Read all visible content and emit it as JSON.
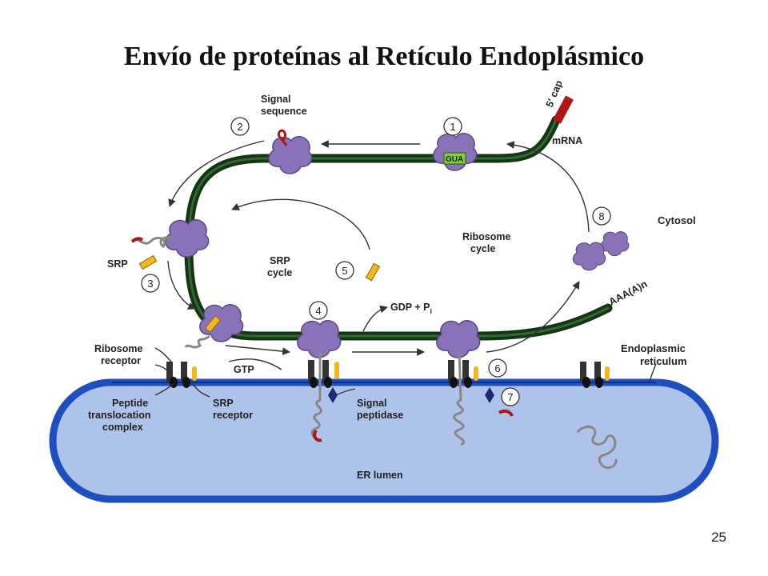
{
  "title": "Envío de proteínas al Retículo Endoplásmico",
  "page_number": "25",
  "labels": {
    "signal_line1": "Signal",
    "signal_line2": "sequence",
    "cap": "5′ cap",
    "mrna": "mRNA",
    "codon": "GUA",
    "cytosol": "Cytosol",
    "ribosome_line1": "Ribosome",
    "ribosome_line2": "cycle",
    "srp": "SRP",
    "srp_line1": "SRP",
    "srp_line2": "cycle",
    "gdp": "GDP + P",
    "gdp_sub": "i",
    "poly_a": "AAA(A)n",
    "gtp": "GTP",
    "ribo_rec_line1": "Ribosome",
    "ribo_rec_line2": "receptor",
    "er_line1": "Endoplasmic",
    "er_line2": "reticulum",
    "ptc_line1": "Peptide",
    "ptc_line2": "translocation",
    "ptc_line3": "complex",
    "srp_rec_line1": "SRP",
    "srp_rec_line2": "receptor",
    "sp_line1": "Signal",
    "sp_line2": "peptidase",
    "lumen": "ER lumen"
  },
  "steps": [
    "1",
    "2",
    "3",
    "4",
    "5",
    "6",
    "7",
    "8"
  ],
  "colors": {
    "mrna": "#163516",
    "ribosome": "#8a72b8",
    "ribosome_edge": "#5a4686",
    "srp": "#f2b81e",
    "er_fill": "#aec3ea",
    "er_membrane": "#1f4fbf",
    "peptidase": "#1c2a78",
    "cap": "#b01515",
    "codon_box": "#7fcf3a"
  }
}
